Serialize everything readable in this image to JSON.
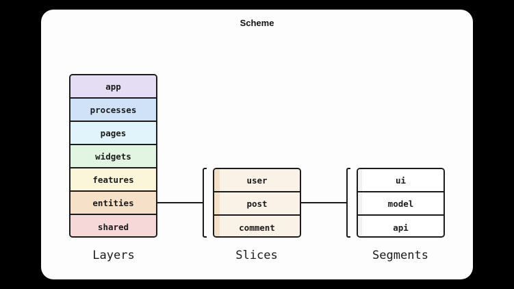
{
  "title": "Scheme",
  "layers": {
    "label": "Layers",
    "items": [
      {
        "name": "app",
        "color": "#e4ddf4"
      },
      {
        "name": "processes",
        "color": "#cfe2f8"
      },
      {
        "name": "pages",
        "color": "#e2f4fb"
      },
      {
        "name": "widgets",
        "color": "#e2f4e2"
      },
      {
        "name": "features",
        "color": "#fbf6d9"
      },
      {
        "name": "entities",
        "color": "#f7e0c8"
      },
      {
        "name": "shared",
        "color": "#f6d8d9"
      }
    ]
  },
  "slices": {
    "label": "Slices",
    "items": [
      "user",
      "post",
      "comment"
    ]
  },
  "segments": {
    "label": "Segments",
    "items": [
      "ui",
      "model",
      "api"
    ]
  }
}
